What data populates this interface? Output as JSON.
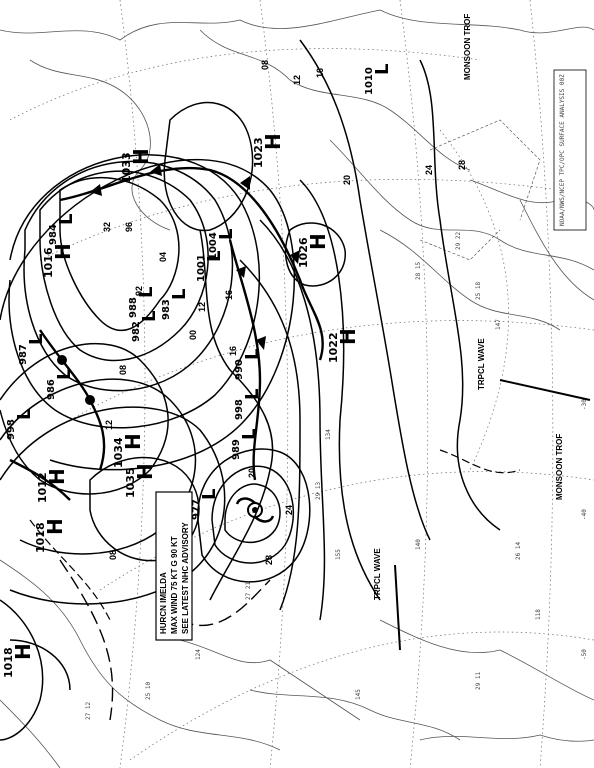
{
  "map": {
    "type": "surface analysis chart",
    "orientation": "rotated 90 degrees",
    "highs": [
      {
        "id": "h1",
        "label": "H",
        "value": "1033"
      },
      {
        "id": "h2",
        "label": "H",
        "value": "1023"
      },
      {
        "id": "h3",
        "label": "H",
        "value": "1026"
      },
      {
        "id": "h4",
        "label": "H",
        "value": "1022"
      },
      {
        "id": "h5",
        "label": "H",
        "value": "1016"
      },
      {
        "id": "h6",
        "label": "H",
        "value": "1034"
      },
      {
        "id": "h7",
        "label": "H",
        "value": "1035"
      },
      {
        "id": "h8",
        "label": "H",
        "value": "1018"
      },
      {
        "id": "h9",
        "label": "H",
        "value": "1018"
      },
      {
        "id": "h10",
        "label": "H",
        "value": "1012"
      }
    ],
    "lows": [
      {
        "id": "l1",
        "label": "L",
        "value": "1010"
      },
      {
        "id": "l2",
        "label": "L",
        "value": "1004"
      },
      {
        "id": "l3",
        "label": "L",
        "value": "984"
      },
      {
        "id": "l4",
        "label": "L",
        "value": "982"
      },
      {
        "id": "l5",
        "label": "L",
        "value": "987"
      },
      {
        "id": "l6",
        "label": "L",
        "value": "986"
      },
      {
        "id": "l7",
        "label": "L",
        "value": "998"
      },
      {
        "id": "l8",
        "label": "L",
        "value": "1001"
      },
      {
        "id": "l9",
        "label": "L",
        "value": "988"
      },
      {
        "id": "l10",
        "label": "L",
        "value": "983"
      },
      {
        "id": "l11",
        "label": "L",
        "value": "998"
      },
      {
        "id": "l12",
        "label": "L",
        "value": "990"
      },
      {
        "id": "l13",
        "label": "L",
        "value": "989"
      },
      {
        "id": "l14",
        "label": "L",
        "value": "977"
      }
    ],
    "isobar_labels": [
      "08",
      "12",
      "16",
      "20",
      "24",
      "28",
      "32",
      "96",
      "92",
      "04",
      "00",
      "08",
      "12",
      "16",
      "20",
      "24",
      "28",
      "04",
      "08",
      "12",
      "16"
    ],
    "feature_labels": {
      "monsoon_trof_1": "MONSOON TROF",
      "monsoon_trof_2": "MONSOON TROF",
      "trpcl_wave_1": "TRPCL WAVE",
      "trpcl_wave_2": "TRPCL WAVE"
    },
    "lon_ticks": [
      "-30",
      "-40",
      "-50"
    ],
    "lon_tick_30": "-30",
    "lon_tick_40": "-40",
    "lon_tick_50": "-50",
    "advisory": {
      "line1": "HURCN IMELDA",
      "line2": "MAX WIND 75 KT G 90 KT",
      "line3": "SEE LATEST NHC ADVISORY"
    },
    "header_strip": "NOAA/NWS/NCEP TPC/OPC SURFACE ANALYSIS 00Z",
    "colors": {
      "ink": "#000000",
      "coast": "#555555",
      "paper": "#ffffff"
    }
  }
}
